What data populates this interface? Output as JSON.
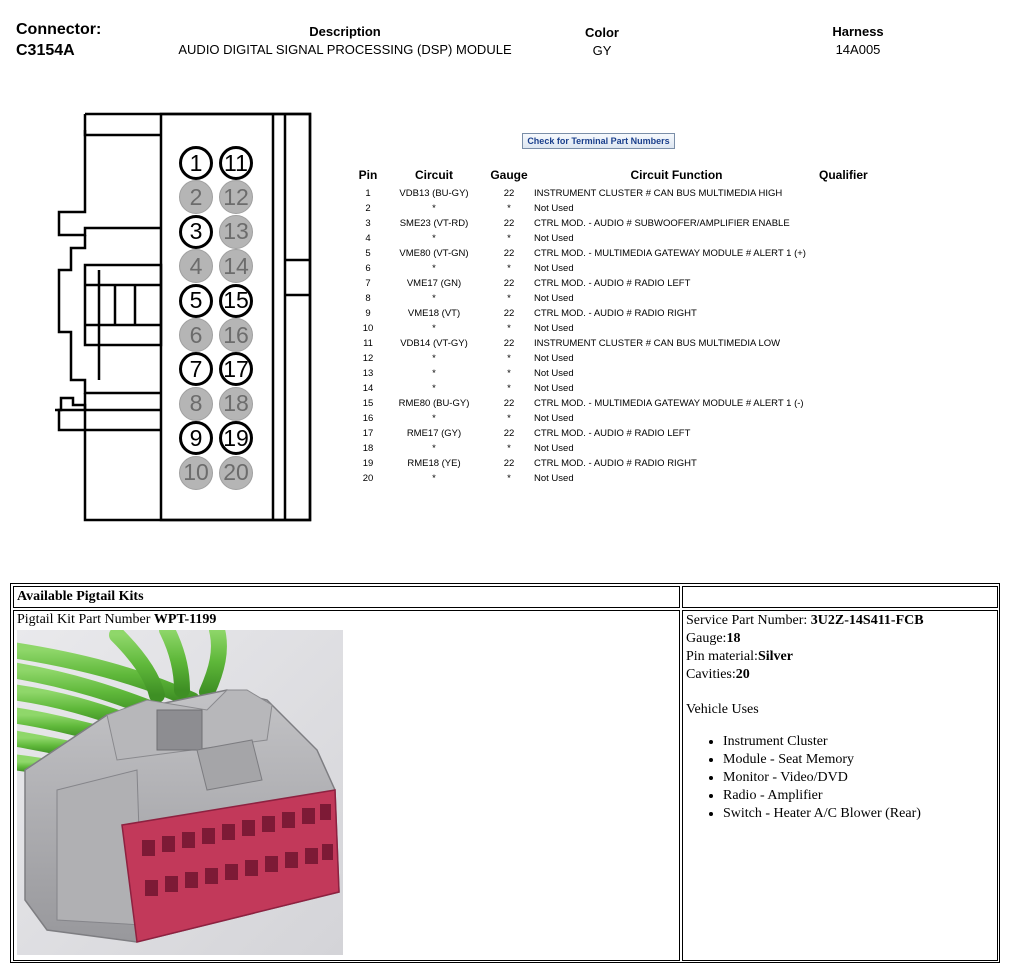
{
  "header": {
    "connector_label": "Connector:",
    "connector_id": "C3154A",
    "description_title": "Description",
    "description_value": "AUDIO DIGITAL SIGNAL PROCESSING (DSP) MODULE",
    "color_title": "Color",
    "color_value": "GY",
    "harness_title": "Harness",
    "harness_value": "14A005"
  },
  "terminal_button_label": "Check for Terminal Part Numbers",
  "diagram": {
    "pins_left": [
      "1",
      "2",
      "3",
      "4",
      "5",
      "6",
      "7",
      "8",
      "9",
      "10"
    ],
    "pins_right": [
      "11",
      "12",
      "13",
      "14",
      "15",
      "16",
      "17",
      "18",
      "19",
      "20"
    ],
    "used": [
      "1",
      "3",
      "5",
      "7",
      "9",
      "11",
      "15",
      "17",
      "19"
    ]
  },
  "table": {
    "headers": {
      "pin": "Pin",
      "circuit": "Circuit",
      "gauge": "Gauge",
      "function": "Circuit Function",
      "qualifier": "Qualifier"
    },
    "rows": [
      {
        "pin": "1",
        "circuit": "VDB13 (BU-GY)",
        "gauge": "22",
        "function": "INSTRUMENT CLUSTER # CAN BUS MULTIMEDIA HIGH"
      },
      {
        "pin": "2",
        "circuit": "*",
        "gauge": "*",
        "function": "Not Used"
      },
      {
        "pin": "3",
        "circuit": "SME23 (VT-RD)",
        "gauge": "22",
        "function": "CTRL MOD. - AUDIO # SUBWOOFER/AMPLIFIER ENABLE"
      },
      {
        "pin": "4",
        "circuit": "*",
        "gauge": "*",
        "function": "Not Used"
      },
      {
        "pin": "5",
        "circuit": "VME80 (VT-GN)",
        "gauge": "22",
        "function": "CTRL MOD. - MULTIMEDIA GATEWAY MODULE # ALERT 1 (+)"
      },
      {
        "pin": "6",
        "circuit": "*",
        "gauge": "*",
        "function": "Not Used"
      },
      {
        "pin": "7",
        "circuit": "VME17 (GN)",
        "gauge": "22",
        "function": "CTRL MOD. - AUDIO # RADIO LEFT"
      },
      {
        "pin": "8",
        "circuit": "*",
        "gauge": "*",
        "function": "Not Used"
      },
      {
        "pin": "9",
        "circuit": "VME18 (VT)",
        "gauge": "22",
        "function": "CTRL MOD. - AUDIO # RADIO RIGHT"
      },
      {
        "pin": "10",
        "circuit": "*",
        "gauge": "*",
        "function": "Not Used"
      },
      {
        "pin": "11",
        "circuit": "VDB14 (VT-GY)",
        "gauge": "22",
        "function": "INSTRUMENT CLUSTER # CAN BUS MULTIMEDIA LOW"
      },
      {
        "pin": "12",
        "circuit": "*",
        "gauge": "*",
        "function": "Not Used"
      },
      {
        "pin": "13",
        "circuit": "*",
        "gauge": "*",
        "function": "Not Used"
      },
      {
        "pin": "14",
        "circuit": "*",
        "gauge": "*",
        "function": "Not Used"
      },
      {
        "pin": "15",
        "circuit": "RME80 (BU-GY)",
        "gauge": "22",
        "function": "CTRL MOD. - MULTIMEDIA GATEWAY MODULE # ALERT 1 (-)"
      },
      {
        "pin": "16",
        "circuit": "*",
        "gauge": "*",
        "function": "Not Used"
      },
      {
        "pin": "17",
        "circuit": "RME17 (GY)",
        "gauge": "22",
        "function": "CTRL MOD. - AUDIO # RADIO LEFT"
      },
      {
        "pin": "18",
        "circuit": "*",
        "gauge": "*",
        "function": "Not Used"
      },
      {
        "pin": "19",
        "circuit": "RME18 (YE)",
        "gauge": "22",
        "function": "CTRL MOD. - AUDIO # RADIO RIGHT"
      },
      {
        "pin": "20",
        "circuit": "*",
        "gauge": "*",
        "function": "Not Used"
      }
    ]
  },
  "pigtail": {
    "section_title": "Available Pigtail Kits",
    "kit_label": "Pigtail Kit Part Number ",
    "kit_number": "WPT-1199",
    "service_label": "Service Part Number: ",
    "service_number": "3U2Z-14S411-FCB",
    "gauge_label": "Gauge:",
    "gauge_value": "18",
    "material_label": "Pin material:",
    "material_value": "Silver",
    "cavities_label": "Cavities:",
    "cavities_value": "20",
    "vehicle_uses_title": "Vehicle Uses",
    "vehicle_uses": [
      "Instrument Cluster",
      "Module - Seat Memory",
      "Monitor - Video/DVD",
      "Radio - Amplifier",
      "Switch - Heater A/C Blower (Rear)"
    ]
  },
  "colors": {
    "wire_green": "#5fb83a",
    "housing_gray": "#a9a9ab",
    "terminal_red": "#c2395a"
  }
}
